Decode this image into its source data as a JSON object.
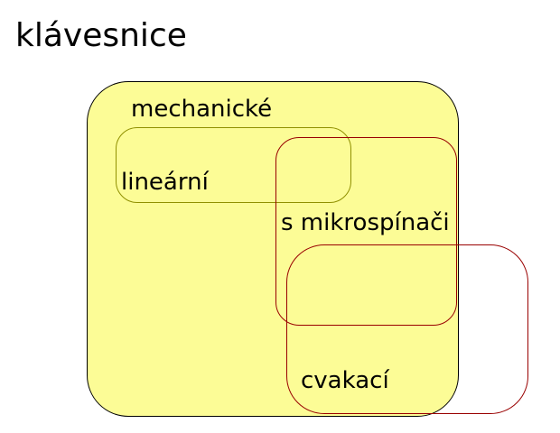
{
  "title": "klávesnice",
  "colors": {
    "background": "#ffffff",
    "set_fill": "#fcfc96",
    "outer_border": "#000000",
    "linear_border": "#909000",
    "red_border": "#990000",
    "text": "#000000"
  },
  "sets": {
    "mechanicke": {
      "label": "mechanické"
    },
    "linearni": {
      "label": "lineární"
    },
    "s_mikrospinaci": {
      "label": "s mikrospínači"
    },
    "cvakaci": {
      "label": "cvakací"
    }
  }
}
